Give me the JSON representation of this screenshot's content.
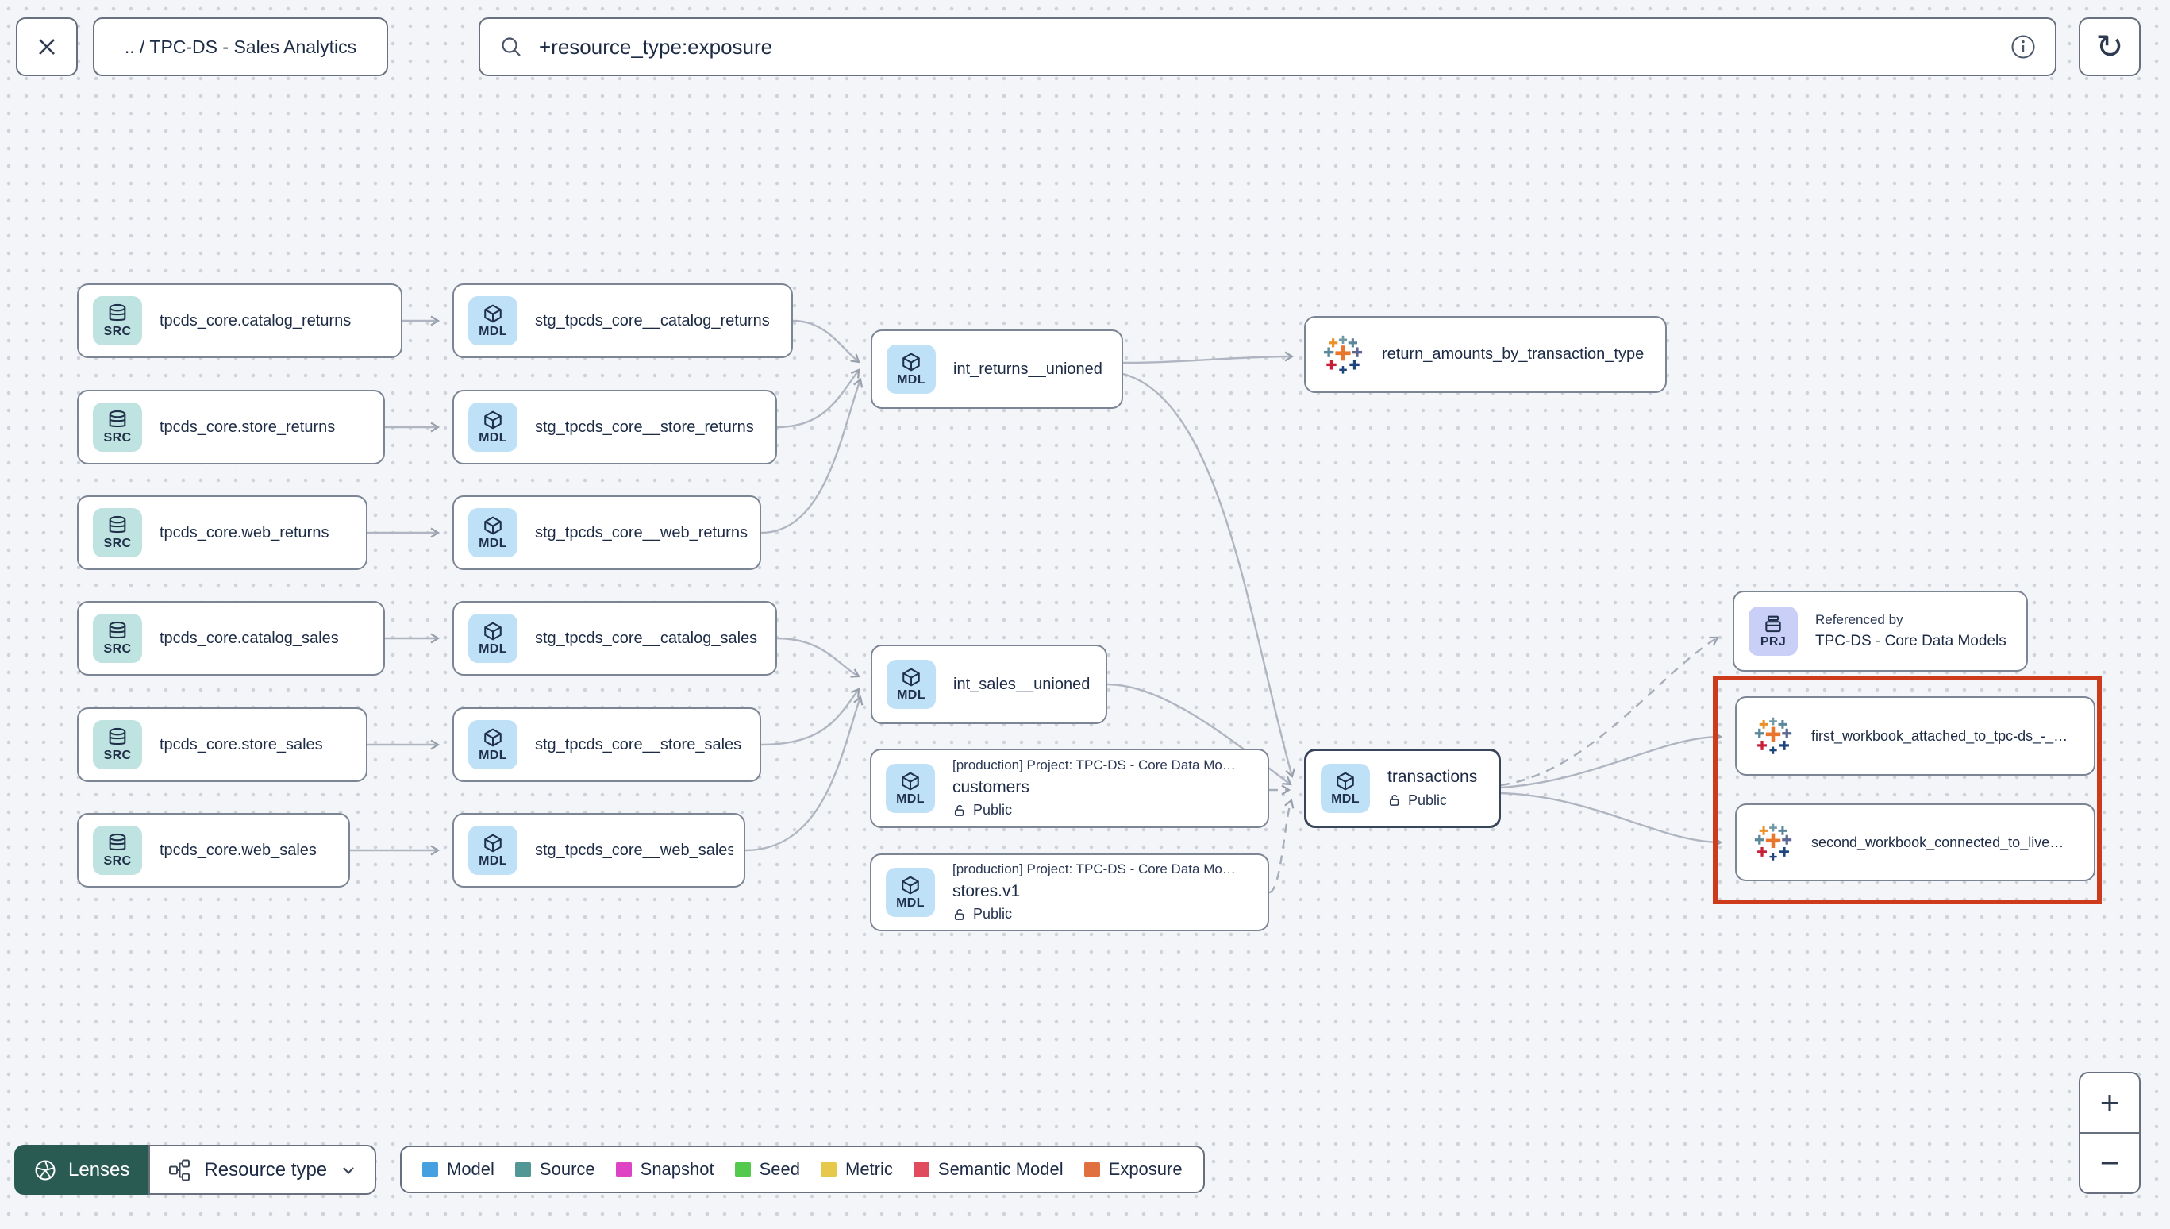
{
  "topbar": {
    "breadcrumb": ".. / TPC-DS - Sales Analytics",
    "search_value": "+resource_type:exposure"
  },
  "nodes": {
    "src_catalog_returns": {
      "badge": "SRC",
      "label": "tpcds_core.catalog_returns"
    },
    "src_store_returns": {
      "badge": "SRC",
      "label": "tpcds_core.store_returns"
    },
    "src_web_returns": {
      "badge": "SRC",
      "label": "tpcds_core.web_returns"
    },
    "src_catalog_sales": {
      "badge": "SRC",
      "label": "tpcds_core.catalog_sales"
    },
    "src_store_sales": {
      "badge": "SRC",
      "label": "tpcds_core.store_sales"
    },
    "src_web_sales": {
      "badge": "SRC",
      "label": "tpcds_core.web_sales"
    },
    "stg_catalog_returns": {
      "badge": "MDL",
      "label": "stg_tpcds_core__catalog_returns"
    },
    "stg_store_returns": {
      "badge": "MDL",
      "label": "stg_tpcds_core__store_returns"
    },
    "stg_web_returns": {
      "badge": "MDL",
      "label": "stg_tpcds_core__web_returns"
    },
    "stg_catalog_sales": {
      "badge": "MDL",
      "label": "stg_tpcds_core__catalog_sales"
    },
    "stg_store_sales": {
      "badge": "MDL",
      "label": "stg_tpcds_core__store_sales"
    },
    "stg_web_sales": {
      "badge": "MDL",
      "label": "stg_tpcds_core__web_sales"
    },
    "int_returns": {
      "badge": "MDL",
      "label": "int_returns__unioned"
    },
    "int_sales": {
      "badge": "MDL",
      "label": "int_sales__unioned"
    },
    "customers": {
      "badge": "MDL",
      "project": "[production] Project: TPC-DS - Core Data Mo…",
      "label": "customers",
      "visibility": "Public"
    },
    "stores": {
      "badge": "MDL",
      "project": "[production] Project: TPC-DS - Core Data Mo…",
      "label": "stores.v1",
      "visibility": "Public"
    },
    "exposure_returns": {
      "label": "return_amounts_by_transaction_type"
    },
    "transactions": {
      "badge": "MDL",
      "label": "transactions",
      "visibility": "Public"
    },
    "referenced_by": {
      "badge": "PRJ",
      "kicker": "Referenced by",
      "label": "TPC-DS - Core Data Models"
    },
    "workbook_first": {
      "label": "first_workbook_attached_to_tpc-ds_-_…"
    },
    "workbook_second": {
      "label": "second_workbook_connected_to_live…"
    }
  },
  "legend": {
    "items": [
      {
        "label": "Model",
        "color": "#459fe0"
      },
      {
        "label": "Source",
        "color": "#509795"
      },
      {
        "label": "Snapshot",
        "color": "#de43c4"
      },
      {
        "label": "Seed",
        "color": "#53c94e"
      },
      {
        "label": "Metric",
        "color": "#e6c84a"
      },
      {
        "label": "Semantic Model",
        "color": "#e04b5e"
      },
      {
        "label": "Exposure",
        "color": "#e0703f"
      }
    ]
  },
  "toolbar": {
    "lenses_label": "Lenses",
    "resource_type_label": "Resource type"
  },
  "zoom": {
    "in": "+",
    "out": "−"
  },
  "highlight_color": "#cd3a1c"
}
